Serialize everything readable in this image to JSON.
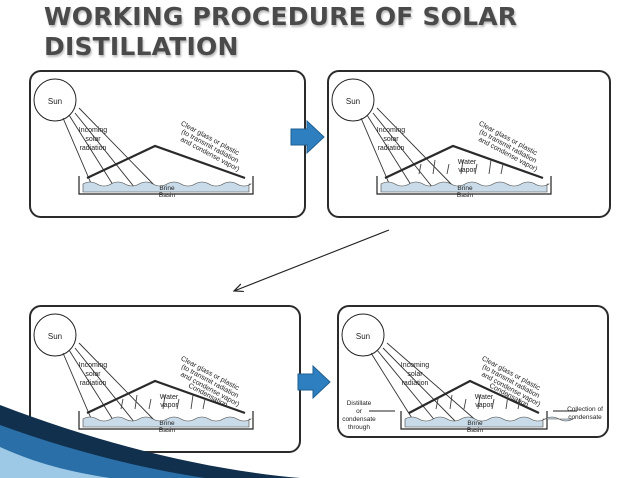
{
  "title": {
    "line1": "WORKING PROCEDURE OF SOLAR",
    "line2": "DISTILLATION"
  },
  "diagram_labels": {
    "sun": "Sun",
    "incoming_solar_radiation": [
      "Incoming",
      "solar",
      "radiation"
    ],
    "cover": [
      "Clear glass or plastic",
      "(to transmit radiation",
      "and condense vapor)"
    ],
    "water_vapor": [
      "Water",
      "vapor"
    ],
    "condensation": "Condensation",
    "brine_basin": [
      "Brine",
      "Basin"
    ],
    "distillate_outlet": [
      "Distillate",
      "or",
      "condensate",
      "through"
    ],
    "collection": [
      "Collection of",
      "condensate"
    ]
  },
  "panels": [
    {
      "step": 1,
      "show_vapor": false,
      "show_condensation": false,
      "show_outlets": false
    },
    {
      "step": 2,
      "show_vapor": true,
      "show_condensation": false,
      "show_outlets": false
    },
    {
      "step": 3,
      "show_vapor": true,
      "show_condensation": true,
      "show_outlets": false
    },
    {
      "step": 4,
      "show_vapor": true,
      "show_condensation": true,
      "show_outlets": true
    }
  ],
  "colors": {
    "title": "#4a4a4a",
    "arrow_fill": "#2e7fbf",
    "arrow_stroke": "#1f5f91",
    "brine_fill": "#c9dbe8",
    "ribbon_dark": "#10304e",
    "ribbon_mid": "#2a6fa8",
    "ribbon_light": "#9ec9e6"
  }
}
